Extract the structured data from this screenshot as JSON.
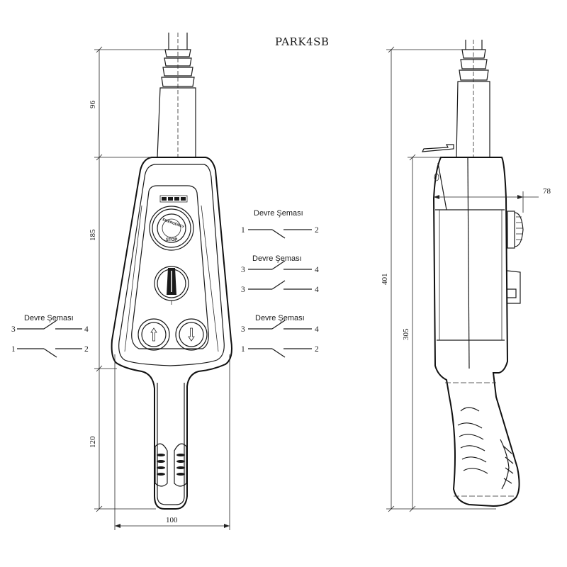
{
  "title": "PARK4SB",
  "dimensions": {
    "front_top": "96",
    "front_body": "185",
    "front_handle": "120",
    "front_width": "100",
    "side_total": "401",
    "side_body": "305",
    "side_depth": "78"
  },
  "emergency_button": {
    "ring_text": "EMERGENCY",
    "center_text": "STOP"
  },
  "schematics": {
    "left": {
      "title": "Devre Şeması",
      "rows": [
        {
          "left": "3",
          "right": "4"
        },
        {
          "left": "1",
          "right": "2"
        }
      ]
    },
    "right_1": {
      "title": "Devre Şeması",
      "rows": [
        {
          "left": "1",
          "right": "2"
        }
      ]
    },
    "right_2": {
      "title": "Devre Şeması",
      "rows": [
        {
          "left": "3",
          "right": "4"
        },
        {
          "left": "3",
          "right": "4"
        }
      ]
    },
    "right_3": {
      "title": "Devre Şeması",
      "rows": [
        {
          "left": "3",
          "right": "4"
        },
        {
          "left": "1",
          "right": "2"
        }
      ]
    }
  },
  "icons": [
    "emergency-stop-icon",
    "selector-switch-icon",
    "arrow-up-icon",
    "arrow-down-icon"
  ]
}
